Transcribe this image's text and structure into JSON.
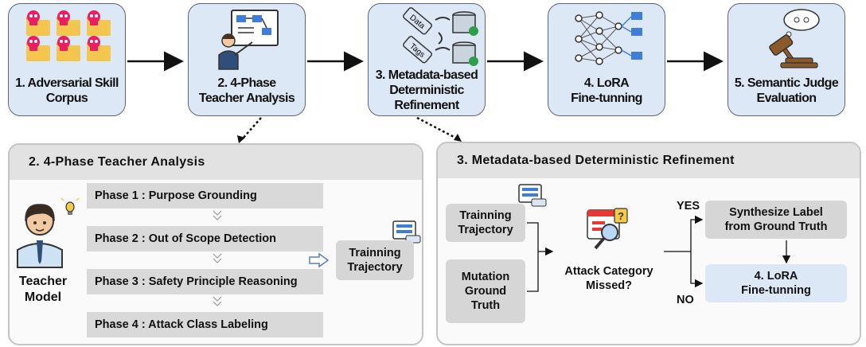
{
  "pipeline": {
    "stages": [
      {
        "label": "1. Adversarial Skill\nCorpus"
      },
      {
        "label": "2. 4-Phase\nTeacher Analysis"
      },
      {
        "label": "3. Metadata-based\nDeterministic\nRefinement"
      },
      {
        "label": "4. LoRA\nFine-tunning"
      },
      {
        "label": "5. Semantic Judge\nEvaluation"
      }
    ],
    "icon_text": {
      "data_tag": "Data",
      "tags_tag": "Tags"
    }
  },
  "teacher_panel": {
    "title": "2. 4-Phase Teacher Analysis",
    "model_label": "Teacher\nModel",
    "phases": [
      "Phase 1 : Purpose Grounding",
      "Phase 2 : Out of Scope Detection",
      "Phase 3 : Safety Principle Reasoning",
      "Phase 4 : Attack Class Labeling"
    ],
    "output": "Trainning\nTrajectory"
  },
  "refine_panel": {
    "title": "3. Metadata-based Deterministic Refinement",
    "input_trajectory": "Trainning\nTrajectory",
    "input_ground_truth": "Mutation\nGround\nTruth",
    "decision": "Attack Category\nMissed?",
    "yes_label": "YES",
    "no_label": "NO",
    "yes_result": "Synthesize Label\nfrom Ground Truth",
    "final": "4. LoRA\nFine-tunning"
  },
  "colors": {
    "stage_fill": "#dde8f6",
    "stage_border": "#5b6574",
    "panel_head": "#e2e2e2",
    "phase_fill": "#d9d9d9",
    "skull": "#e91e63",
    "folder": "#f4c64e",
    "final_fill": "#dde8f6"
  }
}
